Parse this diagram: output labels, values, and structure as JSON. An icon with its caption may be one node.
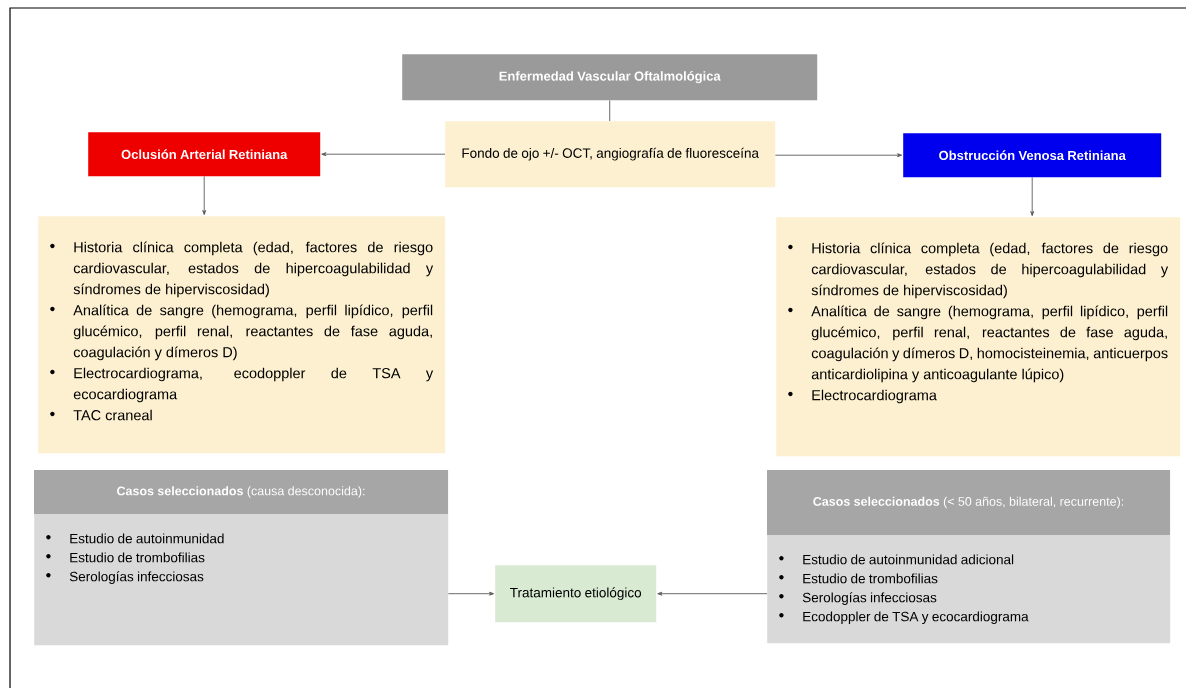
{
  "diagram": {
    "nodes": [
      {
        "text": [
          "Enfermedad Vascular Oftalmológica"
        ]
      },
      {
        "text": [
          "Fondo de ojo +/- OCT, angiografía de fluoresceína"
        ]
      },
      {
        "text": [
          "Oclusión Arterial Retiniana"
        ]
      },
      {
        "text": [
          "Obstrucción Venosa Retiniana"
        ]
      },
      {
        "text": [
          "Historia clínica completa (edad, factores de riesgo cardiovascular, estados de hipercoagulabilidad y síndromes de hiperviscosidad)",
          "Analítica de sangre (hemograma, perfil lipídico, perfil glucémico, perfil renal, reactantes de fase aguda, coagulación y dímeros D)",
          "Electrocardiograma, ecodoppler de TSA y ecocardiograma",
          "TAC craneal"
        ]
      },
      {
        "text": [
          "Historia clínica completa (edad, factores de riesgo cardiovascular, estados de hipercoagulabilidad y síndromes de hiperviscosidad)",
          "Analítica de sangre (hemograma, perfil lipídico, perfil glucémico, perfil renal, reactantes de fase aguda, coagulación y dímeros D, homocisteinemia, anticuerpos anticardiolipina y anticoagulante lúpico)",
          "Electrocardiograma"
        ]
      },
      {
        "text": [
          "**Casos seleccionados** (causa desconocida):",
          "Estudio de autoinmunidad",
          "Estudio de trombofilias",
          "Serologías infecciosas"
        ]
      },
      {
        "text": [
          "**Casos seleccionados** (< 50 años, bilateral, recurrente):",
          "Estudio de autoinmunidad adicional",
          "Estudio de trombofilias",
          "Serologías infecciosas",
          "Ecodoppler de TSA y ecocardiograma"
        ]
      },
      {
        "text": [
          "Tratamiento etiológico"
        ]
      }
    ],
    "edges": [
      {
        "from": 0,
        "to": 1,
        "arrow": "none"
      },
      {
        "from": 1,
        "to": 2,
        "arrow": "to"
      },
      {
        "from": 1,
        "to": 3,
        "arrow": "to"
      },
      {
        "from": 2,
        "to": 4,
        "arrow": "to"
      },
      {
        "from": 3,
        "to": 5,
        "arrow": "to"
      },
      {
        "from": 6,
        "to": 8,
        "arrow": "to"
      },
      {
        "from": 7,
        "to": 8,
        "arrow": "to"
      }
    ]
  }
}
